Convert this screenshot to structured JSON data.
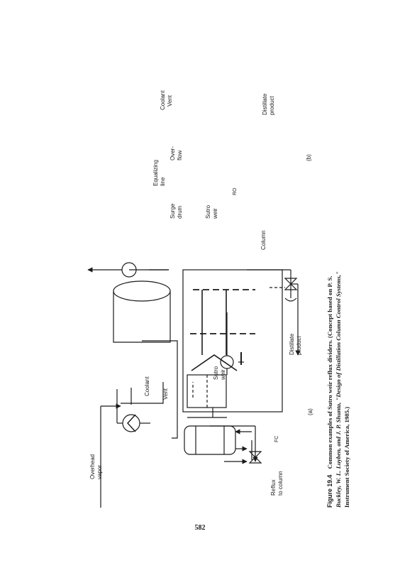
{
  "figure": {
    "caption_number": "Figure 19.4",
    "caption_line1": "Common examples of Sutro weir reflux dividers. (Concept based on P. S.",
    "caption_line2": "Buckley, W. L. Luyben, and J. P. Shunta, \"Design of Distillation Column Control Systems,\"",
    "caption_line3": "Instrument Society of America, 1985.)",
    "panel_a": {
      "tag": "(a)",
      "overhead_1": "Overhead",
      "overhead_2": "vapor",
      "coolant": "Coolant",
      "vent": "Vent",
      "sutro_1": "Sutro",
      "sutro_2": "weir",
      "distillate_1": "Distillate",
      "distillate_2": "product",
      "reflux_1": "Reflux",
      "reflux_2": "to column",
      "fc": "FC"
    },
    "panel_b": {
      "tag": "(b)",
      "coolant": "Coolant",
      "vent": "Vent",
      "distillate_1": "Distillate",
      "distillate_2": "product",
      "equalizing_1": "Equalizing",
      "equalizing_2": "line",
      "overflow_1": "Over-",
      "overflow_2": "flow",
      "surge_1": "Surge",
      "surge_2": "drum",
      "sutro_1": "Sutro",
      "sutro_2": "weir",
      "ro": "RO",
      "column": "Column"
    }
  },
  "page": {
    "number": "582"
  }
}
